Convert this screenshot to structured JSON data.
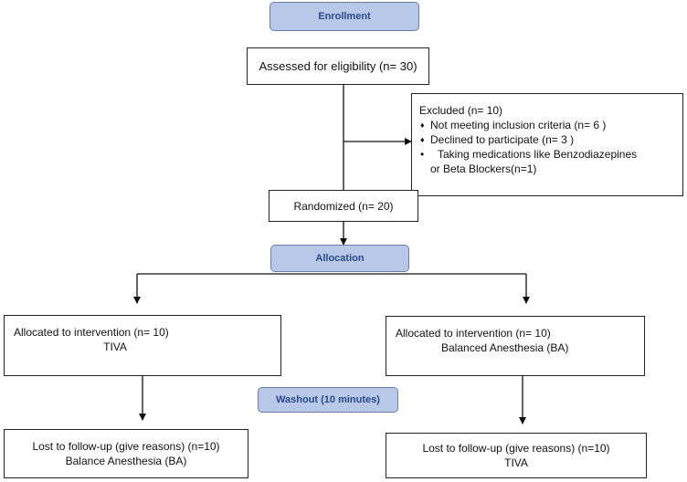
{
  "stages": {
    "enrollment": "Enrollment",
    "allocation": "Allocation",
    "washout": "Washout (10 minutes)"
  },
  "assessed": "Assessed for eligibility (n= 30)",
  "excluded": {
    "title": "Excluded (n= 10)",
    "items": [
      "Not meeting inclusion criteria (n= 6 )",
      "Declined to participate (n= 3 )",
      "Taking medications like Benzodiazepines",
      "or Beta Blockers(n=1)"
    ],
    "bullets": [
      "♦",
      "♦",
      "•"
    ]
  },
  "randomized": "Randomized (n= 20)",
  "left": {
    "allocated": "Allocated to intervention (n= 10)",
    "allocated_arm": "TIVA",
    "lost": "Lost to follow-up (give reasons) (n=10)",
    "lost_arm": "Balance Anesthesia (BA)"
  },
  "right": {
    "allocated": "Allocated to intervention (n= 10)",
    "allocated_arm": "Balanced Anesthesia (BA)",
    "lost": "Lost to follow-up (give reasons) (n=10)",
    "lost_arm": "TIVA"
  }
}
